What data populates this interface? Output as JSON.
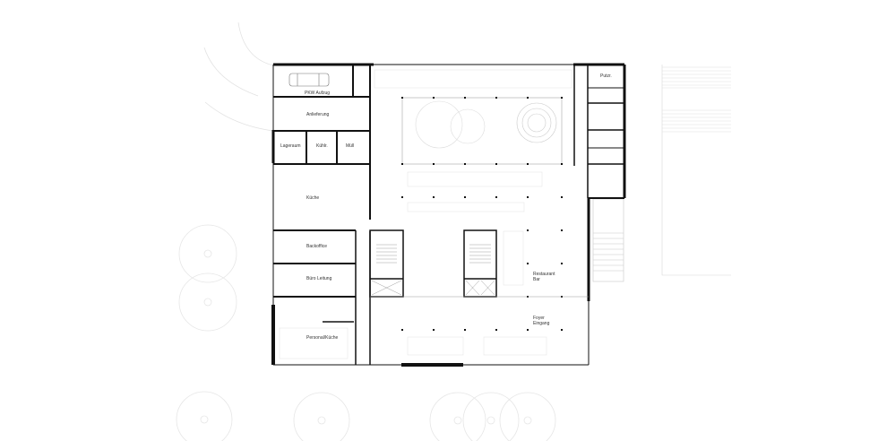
{
  "drawing": {
    "type": "architectural floor plan",
    "level": "ground floor",
    "rooms": [
      {
        "id": "pkw",
        "label": "PKW Aufzug"
      },
      {
        "id": "anlieferung",
        "label": "Anlieferung"
      },
      {
        "id": "lagerraum",
        "label": "Lageraum"
      },
      {
        "id": "kuehl",
        "label": "Kühlr."
      },
      {
        "id": "muell",
        "label": "Müll"
      },
      {
        "id": "kueche",
        "label": "Küche"
      },
      {
        "id": "backoffice",
        "label": "Backoffice"
      },
      {
        "id": "buero",
        "label": "Büro Leitung"
      },
      {
        "id": "personal",
        "label": "Personal/Küche"
      },
      {
        "id": "restaurant",
        "label": "Restaurant\nBar"
      },
      {
        "id": "foyer",
        "label": "Foyer\nEingang"
      },
      {
        "id": "putz",
        "label": "Putzr."
      }
    ]
  }
}
